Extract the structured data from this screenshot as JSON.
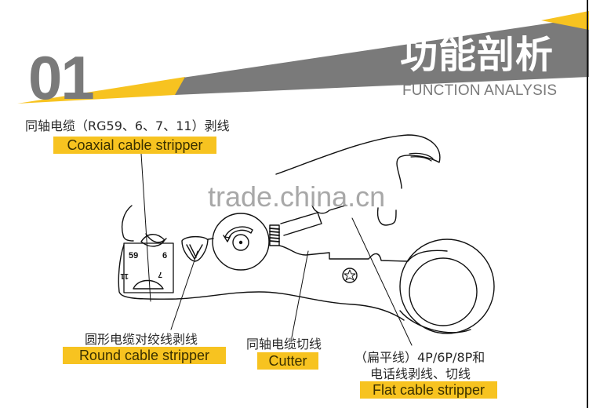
{
  "header": {
    "section_number": "01",
    "title_cn": "功能剖析",
    "title_en": "FUNCTION ANALYSIS",
    "colors": {
      "accent_yellow": "#f7c320",
      "banner_gray": "#7a7a7a",
      "text_gray": "#7a7a7a"
    }
  },
  "watermark": "trade.china.cn",
  "diagram": {
    "subject": "cable stripper tool line drawing",
    "die_labels": [
      "59",
      "6",
      "11",
      "7"
    ]
  },
  "callouts": [
    {
      "id": "coaxial",
      "cn": "同轴电缆（RG59、6、7、11）剥线",
      "en": "Coaxial cable stripper"
    },
    {
      "id": "round",
      "cn": "圆形电缆对绞线剥线",
      "en": "Round cable stripper"
    },
    {
      "id": "cutter",
      "cn": "同轴电缆切线",
      "en": "Cutter"
    },
    {
      "id": "flat",
      "cn_line1": "（扁平线）4P/6P/8P和",
      "cn_line2": "电话线剥线、切线",
      "en": "Flat cable stripper"
    }
  ]
}
